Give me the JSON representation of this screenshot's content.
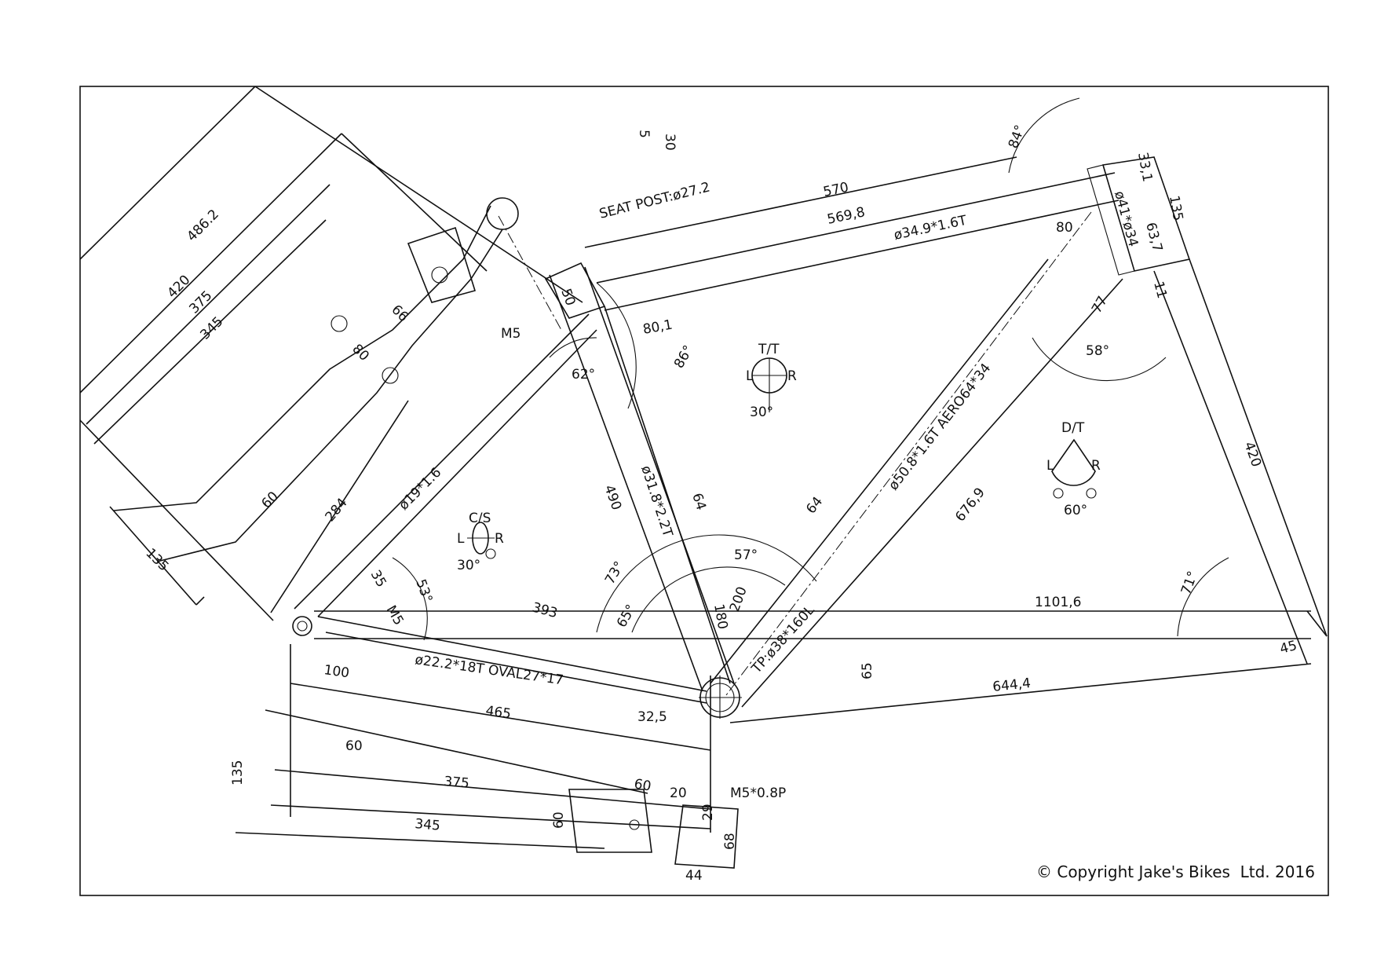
{
  "copyright": "© Copyright Jake's Bikes  Ltd. 2016",
  "seat_post": {
    "label": "SEAT POST:ø27.2",
    "dim_top": "5",
    "dim_len": "30"
  },
  "top_tube": {
    "len_outer": "570",
    "len_inner": "569,8",
    "tube": "ø34.9*1.6T",
    "dim_80": "80",
    "dim_801": "80,1",
    "angle_86": "86°"
  },
  "head_tube": {
    "d331": "33,1",
    "d135": "135",
    "tube": "ø41*ø34",
    "d637": "63,7",
    "d11": "11",
    "d77": "77",
    "angle_84": "84°",
    "angle_58": "58°"
  },
  "down_tube": {
    "tube": "ø50.8*1.6T AERO64*34",
    "len": "676,9",
    "d64": "64"
  },
  "seat_tube": {
    "len": "490",
    "tube": "ø31.8*2.2T",
    "d64": "64",
    "d50": "50",
    "angle_62": "62°",
    "angle_73": "73°",
    "angle_65": "65°"
  },
  "seat_stay": {
    "tube": "ø19*1.6",
    "len": "284",
    "m5": "M5",
    "d35": "35",
    "angle_53": "53°",
    "m5b": "M5"
  },
  "chain_stay": {
    "len": "393",
    "tube": "ø22.2*18T OVAL27*17",
    "d100": "100",
    "d465": "465",
    "d325": "32,5"
  },
  "bb": {
    "tp": "TP:ø38*160L",
    "d180": "180",
    "d200": "200",
    "angle_57": "57°"
  },
  "wheelbase": {
    "len": "1101,6",
    "d65": "65",
    "d6444": "644,4",
    "d420": "420",
    "d45": "45",
    "angle_71": "71°"
  },
  "rack_top": {
    "d4862": "486.2",
    "d420": "420",
    "d375": "375",
    "d345": "345",
    "d66": "66",
    "d80": "80",
    "d60": "60",
    "d135": "135"
  },
  "rack_bottom": {
    "d60a": "60",
    "d375": "375",
    "d345": "345",
    "d135": "135",
    "d60b": "60",
    "d20": "20",
    "d60c": "60",
    "d29": "29",
    "d68": "68",
    "d44": "44",
    "m5": "M5*0.8P"
  },
  "cable_guides": {
    "tt": {
      "title": "T/T",
      "l": "L",
      "r": "R",
      "angle": "30°"
    },
    "dt": {
      "title": "D/T",
      "l": "L",
      "r": "R",
      "angle": "60°"
    },
    "cs": {
      "title": "C/S",
      "l": "L",
      "r": "R",
      "angle": "30°"
    }
  }
}
